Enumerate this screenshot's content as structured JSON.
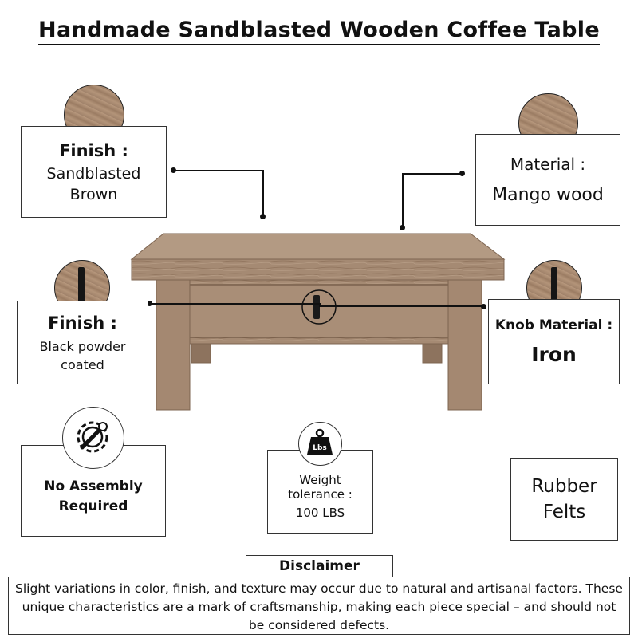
{
  "title": "Handmade Sandblasted Wooden Coffee Table",
  "finish_top": {
    "label": "Finish :",
    "line1": "Sandblasted",
    "line2": "Brown"
  },
  "material": {
    "label": "Material :",
    "value": "Mango wood"
  },
  "finish_knob": {
    "label": "Finish :",
    "line1": "Black powder",
    "line2": "coated"
  },
  "knob_material": {
    "label": "Knob Material :",
    "value": "Iron"
  },
  "assembly": {
    "line1": "No Assembly",
    "line2": "Required",
    "icon": "wrench-gear-icon"
  },
  "weight": {
    "line1": "Weight",
    "line2": "tolerance :",
    "value": "100 LBS",
    "icon_text": "Lbs",
    "icon": "weight-icon"
  },
  "felts": {
    "line1": "Rubber",
    "line2": "Felts"
  },
  "disclaimer": {
    "label": "Disclaimer",
    "text": "Slight variations in color, finish, and texture may occur due to natural and artisanal factors. These unique characteristics are a mark of craftsmanship, making each piece special – and should not be considered defects."
  }
}
